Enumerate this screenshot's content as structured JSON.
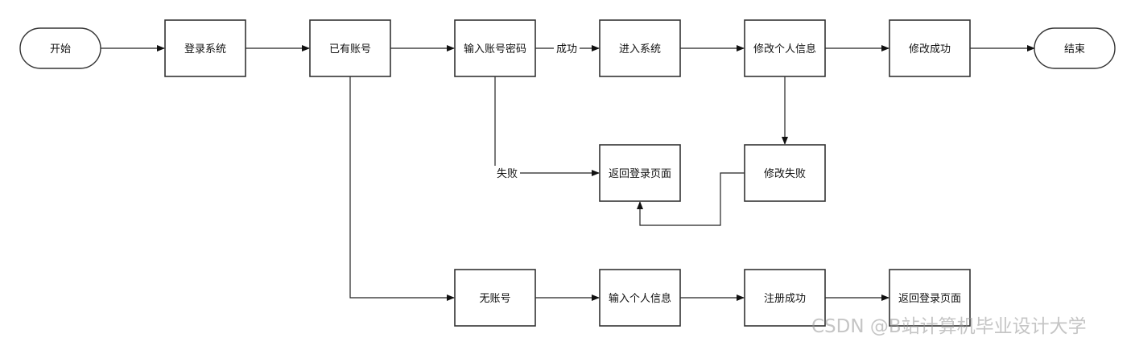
{
  "nodes": {
    "start": "开始",
    "login": "登录系统",
    "has_account": "已有账号",
    "input_credentials": "输入账号密码",
    "enter_system": "进入系统",
    "edit_info": "修改个人信息",
    "edit_success": "修改成功",
    "end": "结束",
    "back_to_login_1": "返回登录页面",
    "edit_failed": "修改失败",
    "no_account": "无账号",
    "input_info": "输入个人信息",
    "register_success": "注册成功",
    "back_to_login_2": "返回登录页面"
  },
  "edge_labels": {
    "success": "成功",
    "failure": "失败"
  },
  "watermark": "CSDN @B站计算机毕业设计大学"
}
